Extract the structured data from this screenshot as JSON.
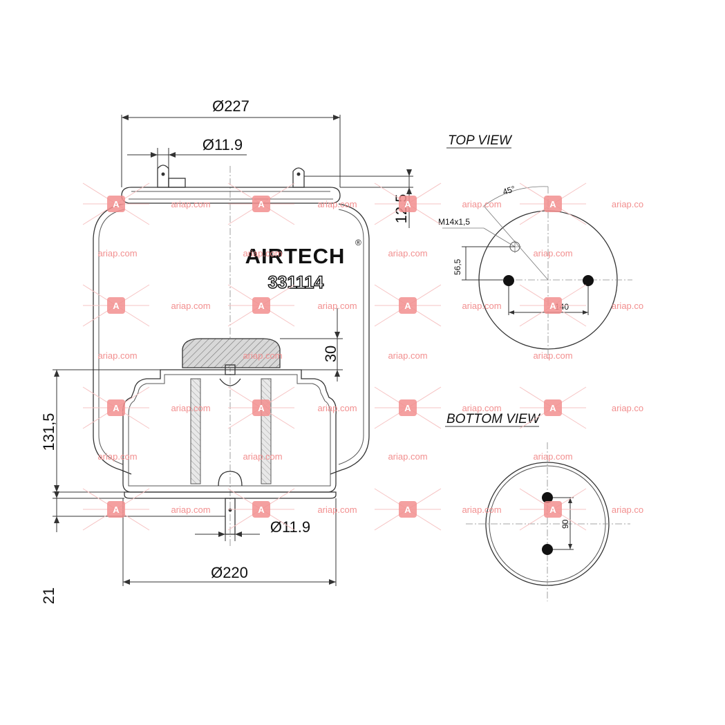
{
  "brand": "AIRTECH",
  "brand_mark": "®",
  "part_number": "331114",
  "watermark": {
    "text": "ariap.com",
    "text_clipped": "ariap.co",
    "badge_letter": "A",
    "color": "#f28f8f"
  },
  "views": {
    "top_view_title": "TOP VIEW",
    "bottom_view_title": "BOTTOM VIEW"
  },
  "dimensions": {
    "top_plate_diameter": "Ø227",
    "top_stud_diameter": "Ø11.9",
    "top_plate_height": "12,5",
    "bumper_height": "30",
    "piston_height": "131,5",
    "bottom_stud_diameter": "Ø11.9",
    "piston_diameter": "Ø220",
    "bottom_plate_height": "21"
  },
  "top_view": {
    "angle": "45°",
    "thread": "M14x1,5",
    "offset": "56,5",
    "stud_spacing": "140"
  },
  "bottom_view": {
    "stud_spacing": "90"
  }
}
